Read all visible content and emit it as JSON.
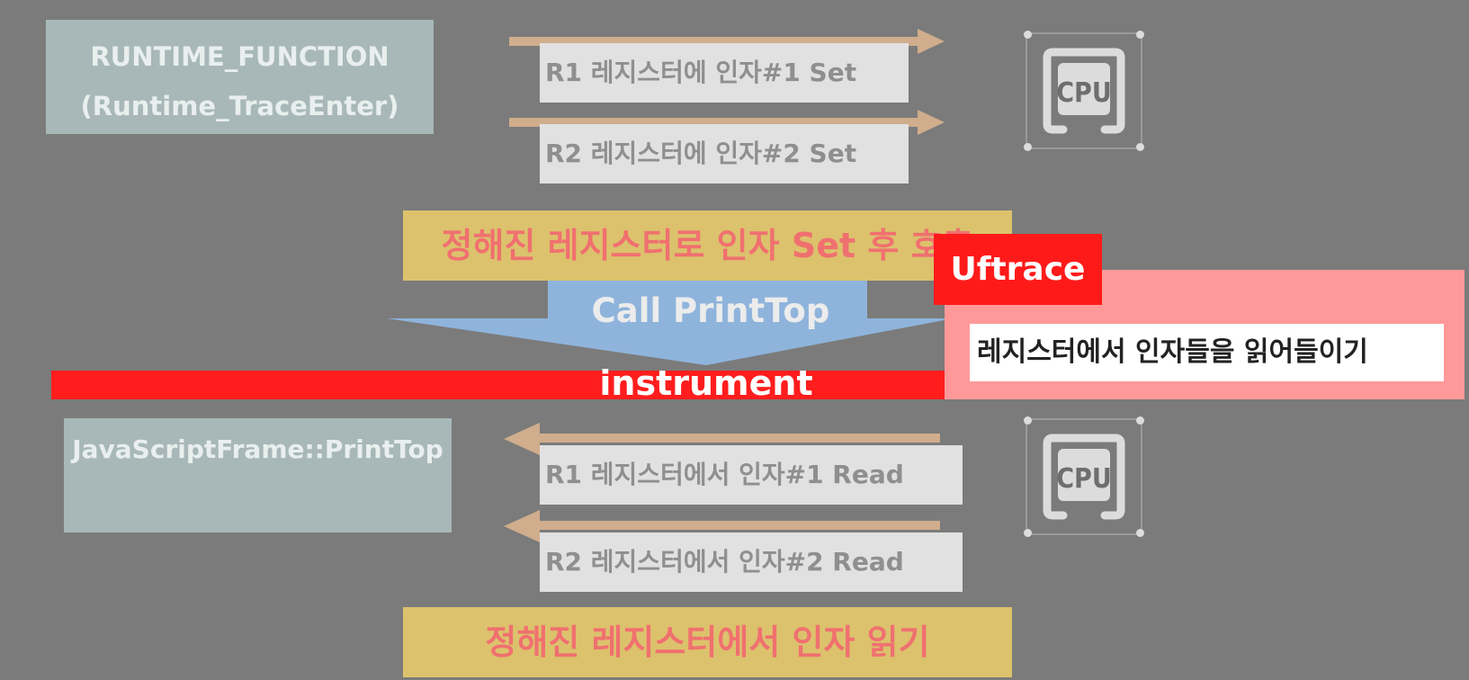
{
  "top": {
    "function_name": "RUNTIME_FUNCTION",
    "function_sub": "(Runtime_TraceEnter)",
    "set_r1": "R1 레지스터에 인자#1 Set",
    "set_r2": "R2 레지스터에 인자#2 Set",
    "caption": "정해진 레지스터로 인자 Set 후 호출"
  },
  "middle": {
    "call_label": "Call PrintTop",
    "instrument_label": "instrument"
  },
  "uftrace": {
    "tag": "Uftrace",
    "description": "레지스터에서 인자들을 읽어들이기"
  },
  "bottom": {
    "function_name": "JavaScriptFrame::PrintTop",
    "read_r1": "R1 레지스터에서 인자#1 Read",
    "read_r2": "R2 레지스터에서 인자#2 Read",
    "caption": "정해진 레지스터에서 인자 읽기"
  },
  "icons": {
    "cpu_label": "CPU"
  },
  "colors": {
    "background": "#7b7b7b",
    "arrow": "#d0ad8c",
    "instrument": "#ff1d1d",
    "uftrace_panel": "#ff9999",
    "caption_bg": "#dcc26c",
    "caption_text": "#f07070",
    "call_arrow": "#8fb4dc"
  }
}
